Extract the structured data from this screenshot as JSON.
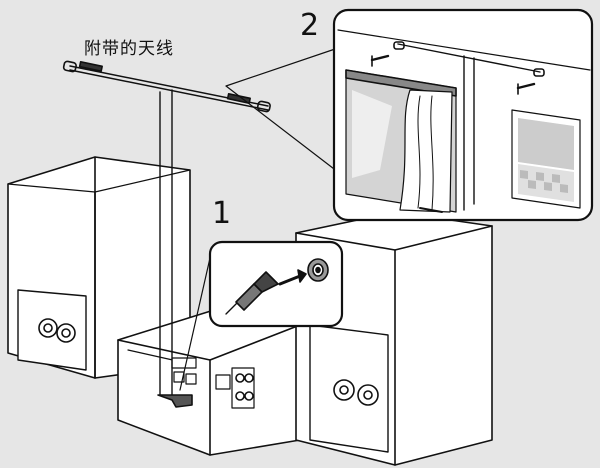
{
  "labels": {
    "antenna_caption": "附带的天线",
    "step_1": "1",
    "step_2": "2"
  },
  "colors": {
    "background": "#e6e6e6",
    "outline": "#111111",
    "panel_fill": "#ffffff",
    "window_glass": "#d4d4d4",
    "speaker_fill": "#ffffff"
  },
  "icons": [
    "fm-antenna-icon",
    "antenna-plug-icon",
    "coaxial-jack-icon",
    "wall-pin-icon"
  ]
}
